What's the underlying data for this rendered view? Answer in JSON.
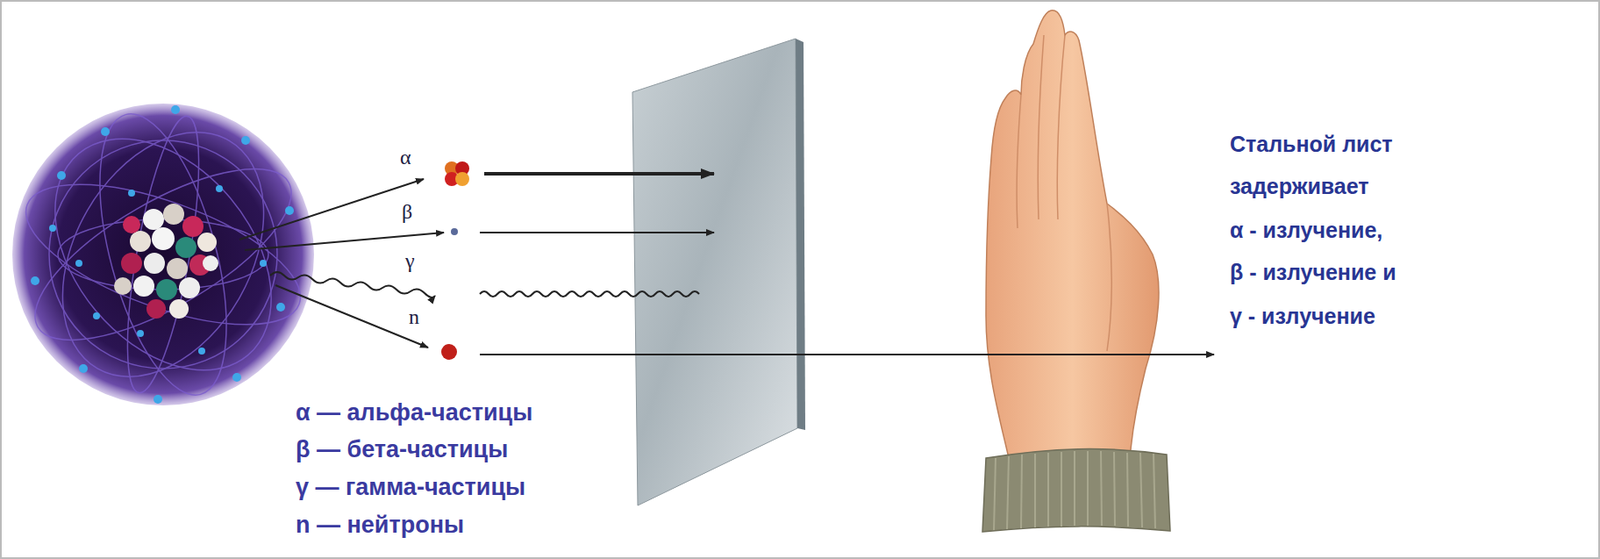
{
  "diagram": {
    "labels": [
      "α",
      "β",
      "γ",
      "n",
      "α — альфа-частицы",
      "β — бета-частицы",
      "γ — гамма-частицы",
      "n — нейтроны",
      "Стальной лист",
      "задерживает",
      "α - излучение,",
      "β - излучение и",
      "γ - излучение"
    ]
  }
}
